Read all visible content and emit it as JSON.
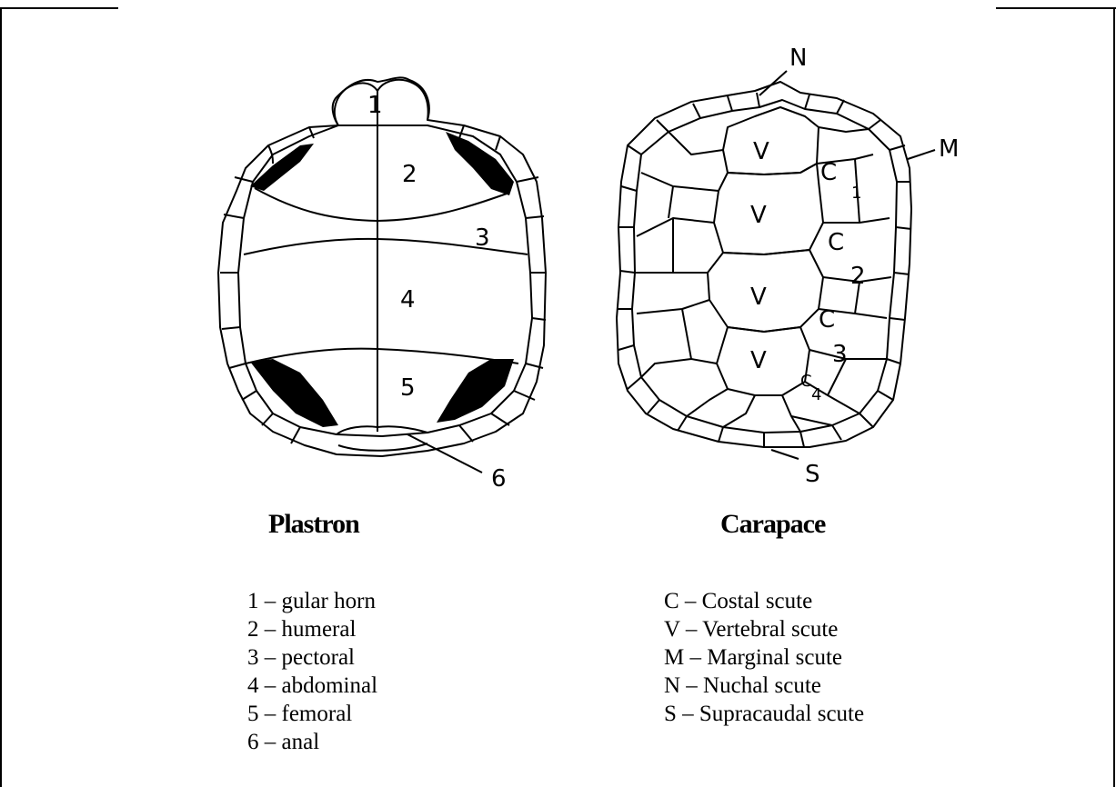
{
  "plastron": {
    "caption": "Plastron",
    "marker_labels": [
      "1",
      "2",
      "3",
      "4",
      "5",
      "6"
    ],
    "legend": [
      "1 – gular horn",
      "2 – humeral",
      "3 – pectoral",
      "4 – abdominal",
      "5 – femoral",
      "6 – anal"
    ]
  },
  "carapace": {
    "caption": "Carapace",
    "marker_labels": {
      "nuchal": "N",
      "marginal": "M",
      "supracaudal": "S",
      "vertebral": "V",
      "costal": "C",
      "costal_sub_1": "1",
      "costal_sub_2": "2",
      "costal_sub_3": "3",
      "costal_sub_4": "4"
    },
    "legend": [
      "C – Costal scute",
      "V – Vertebral scute",
      "M – Marginal scute",
      "N – Nuchal scute",
      "S – Supracaudal scute"
    ]
  }
}
